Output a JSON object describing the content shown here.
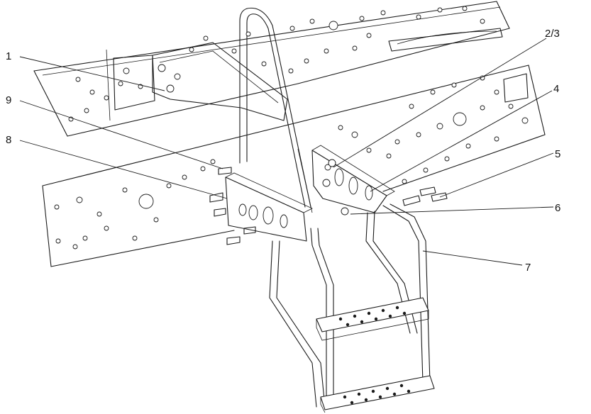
{
  "colors": {
    "line": "#1a1a1a",
    "background": "#ffffff"
  },
  "callouts": {
    "c1": "1",
    "c9": "9",
    "c8": "8",
    "c23": "2/3",
    "c4": "4",
    "c5": "5",
    "c6": "6",
    "c7": "7"
  }
}
